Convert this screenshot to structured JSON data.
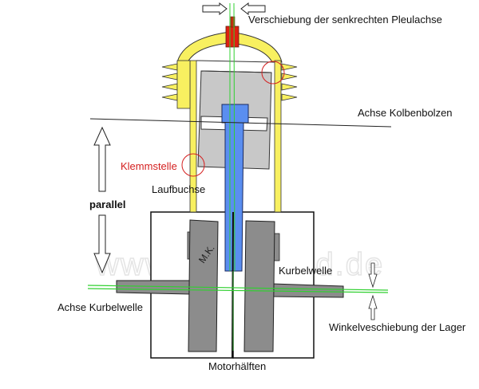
{
  "labels": {
    "top_shift": "Verschiebung der senkrechten Pleulachse",
    "piston_pin_axis": "Achse Kolbenbolzen",
    "clamp_point": "Klemmstelle",
    "liner": "Laufbuchse",
    "parallel": "parallel",
    "crankshaft": "Kurbelwelle",
    "crankshaft_axis": "Achse Kurbelwelle",
    "bearing_shift": "Winkelveschiebung der Lager",
    "engine_halves": "Motorhälften",
    "initials": "M.K."
  },
  "watermark": "www.ddrmoped.de",
  "colors": {
    "cylinder": "#f8f060",
    "piston": "#c8c8c8",
    "conrod": "#5a8ef0",
    "crank": "#8c8c8c",
    "axis_line": "#30d030",
    "highlight": "#d42020",
    "spark_plug": "#e02010"
  }
}
